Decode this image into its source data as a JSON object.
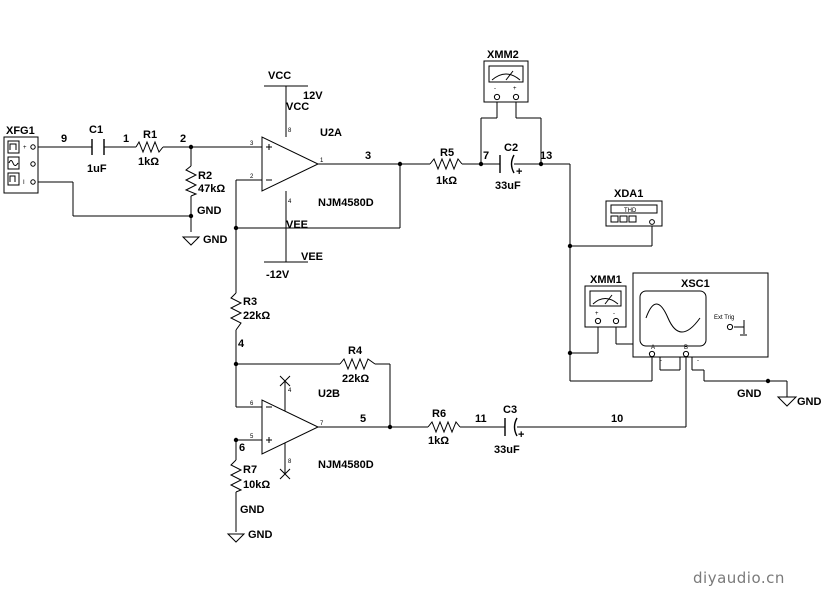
{
  "components": {
    "xfg1": "XFG1",
    "c1": {
      "ref": "C1",
      "value": "1uF"
    },
    "r1": {
      "ref": "R1",
      "value": "1kΩ"
    },
    "r2": {
      "ref": "R2",
      "value": "47kΩ"
    },
    "r3": {
      "ref": "R3",
      "value": "22kΩ"
    },
    "r4": {
      "ref": "R4",
      "value": "22kΩ"
    },
    "r5": {
      "ref": "R5",
      "value": "1kΩ"
    },
    "r6": {
      "ref": "R6",
      "value": "1kΩ"
    },
    "r7": {
      "ref": "R7",
      "value": "10kΩ"
    },
    "c2": {
      "ref": "C2",
      "value": "33uF"
    },
    "c3": {
      "ref": "C3",
      "value": "33uF"
    },
    "u2a": {
      "ref": "U2A",
      "part": "NJM4580D"
    },
    "u2b": {
      "ref": "U2B",
      "part": "NJM4580D"
    },
    "xmm1": "XMM1",
    "xmm2": "XMM2",
    "xda1": {
      "ref": "XDA1",
      "display": "THD"
    },
    "xsc1": {
      "ref": "XSC1",
      "ext_trig": "Ext Trig",
      "ch_a": "A",
      "ch_b": "B"
    }
  },
  "power": {
    "vcc": "VCC",
    "vcc_voltage": "12V",
    "vee": "VEE",
    "vee_voltage": "-12V",
    "gnd": "GND"
  },
  "nets": [
    "9",
    "1",
    "2",
    "3",
    "7",
    "13",
    "4",
    "5",
    "11",
    "10",
    "6"
  ],
  "pins": {
    "plus": "+",
    "minus": "-",
    "u2a_in_plus": "3",
    "u2a_in_minus": "2",
    "u2a_out": "1",
    "u2a_vcc": "8",
    "u2a_vee": "4",
    "u2b_in_minus": "6",
    "u2b_in_plus": "5",
    "u2b_out": "7",
    "u2b_vee": "4",
    "u2b_vcc": "8"
  },
  "watermark": "diyaudio.cn"
}
